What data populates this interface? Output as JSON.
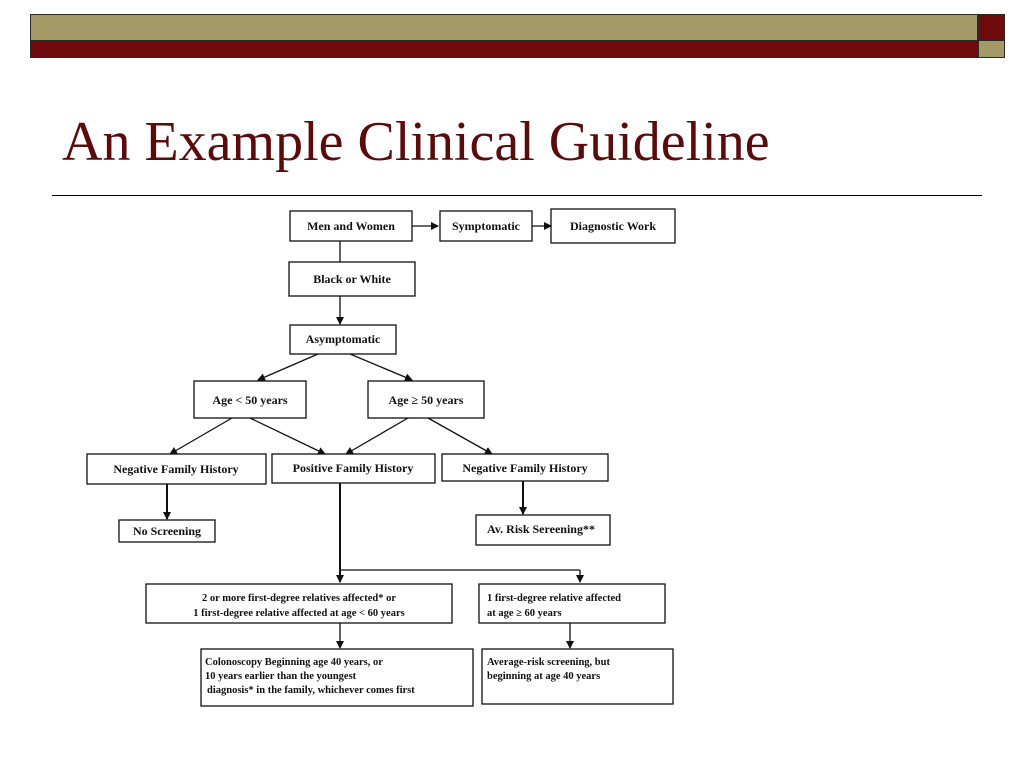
{
  "slide": {
    "title": "An Example Clinical Guideline"
  },
  "colors": {
    "title": "#5a0b0c",
    "bar_olive": "#a39a68",
    "bar_maroon": "#6e0a0c"
  },
  "flowchart": {
    "men_women": "Men and Women",
    "symptomatic": "Symptomatic",
    "diagnostic_work": "Diagnostic Work",
    "black_white": "Black or White",
    "asymptomatic": "Asymptomatic",
    "age_under_50": "Age < 50 years",
    "age_50_plus": "Age ≥ 50 years",
    "negative_history_left": "Negative Family History",
    "positive_history": "Positive Family History",
    "negative_history_right": "Negative Family History",
    "no_screening": "No Screening",
    "avg_risk_screening": "Av. Risk Sereening**",
    "two_relatives": [
      "2 or more first-degree relatives affected* or",
      "1 first-degree relative affected at age < 60 years"
    ],
    "one_relative": [
      "1 first-degree relative affected",
      "at age ≥ 60 years"
    ],
    "colonoscopy": [
      "Colonoscopy Beginning age 40 years, or",
      "10 years earlier than the youngest",
      "diagnosis* in the family, whichever  comes first"
    ],
    "average_risk_40": [
      "Average-risk screening, but",
      "beginning at age 40 years"
    ]
  }
}
